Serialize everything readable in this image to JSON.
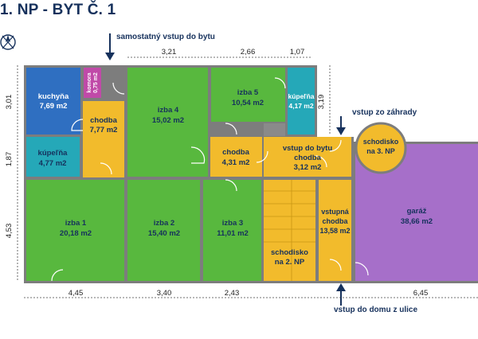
{
  "title": "1. NP - BYT Č. 1",
  "notes": {
    "entrance_flat": "samostatný vstup do bytu",
    "entrance_garden": "vstup zo záhrady",
    "entrance_street": "vstup do domu z ulice"
  },
  "dimensions": {
    "top": [
      "3,21",
      "2,66",
      "1,07"
    ],
    "bottom": [
      "4,45",
      "3,40",
      "2,43",
      "6,45"
    ],
    "left": [
      "3,01",
      "1,87",
      "4,53"
    ],
    "right": [
      "3,19"
    ]
  },
  "rooms": [
    {
      "id": "kuchyna",
      "name": "kuchyňa",
      "area": "7,69 m2",
      "color": "#2f6fc1"
    },
    {
      "id": "komora",
      "name": "komora",
      "area": "0,75 m2",
      "color": "#c04aa8"
    },
    {
      "id": "chodba1",
      "name": "chodba",
      "area": "7,77 m2",
      "color": "#f2bb2c"
    },
    {
      "id": "izba4",
      "name": "izba 4",
      "area": "15,02 m2",
      "color": "#58b83e"
    },
    {
      "id": "izba5",
      "name": "izba 5",
      "area": "10,54 m2",
      "color": "#58b83e"
    },
    {
      "id": "kupelna1",
      "name": "kúpeľňa",
      "area": "4,17 m2",
      "color": "#25a8b8"
    },
    {
      "id": "kupelna2",
      "name": "kúpeľňa",
      "area": "4,77 m2",
      "color": "#25a8b8"
    },
    {
      "id": "chodba2",
      "name": "chodba",
      "area": "4,31 m2",
      "color": "#f2bb2c"
    },
    {
      "id": "chodba3",
      "name": "vstup do bytu chodba",
      "area": "3,12 m2",
      "color": "#f2bb2c"
    },
    {
      "id": "izba1",
      "name": "izba 1",
      "area": "20,18 m2",
      "color": "#58b83e"
    },
    {
      "id": "izba2",
      "name": "izba 2",
      "area": "15,40 m2",
      "color": "#58b83e"
    },
    {
      "id": "izba3",
      "name": "izba 3",
      "area": "11,01 m2",
      "color": "#58b83e"
    },
    {
      "id": "schodisko2",
      "name": "schodisko na 2. NP",
      "area": "",
      "color": "#f2bb2c"
    },
    {
      "id": "vstupna",
      "name": "vstupná chodba",
      "area": "13,58 m2",
      "color": "#f2bb2c"
    },
    {
      "id": "schodisko3",
      "name": "schodisko na 3. NP",
      "area": "",
      "color": "#f2bb2c"
    },
    {
      "id": "garaz",
      "name": "garáž",
      "area": "38,66 m2",
      "color": "#a66fc9"
    }
  ]
}
